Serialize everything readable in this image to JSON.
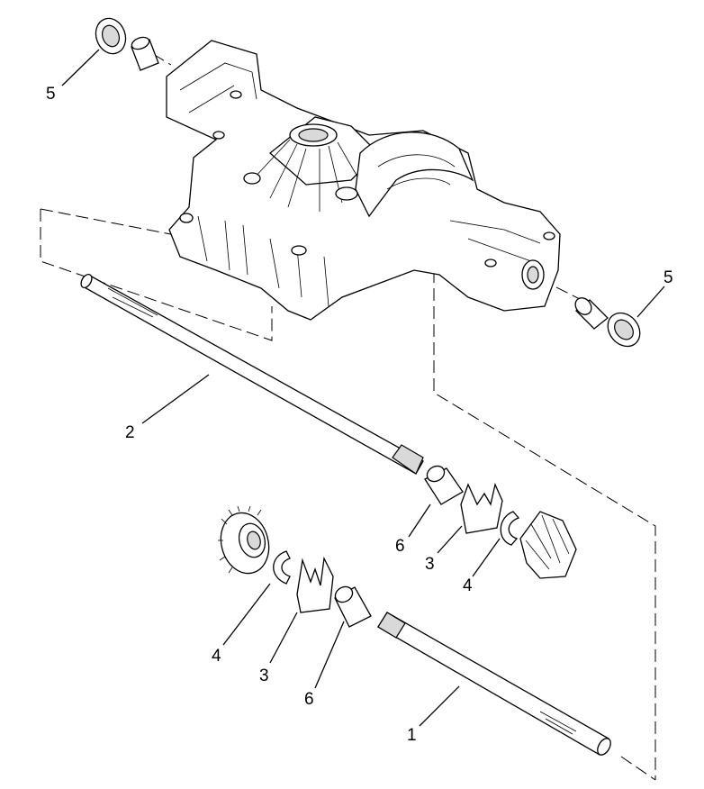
{
  "callouts": [
    {
      "id": "seal-top",
      "text": "5"
    },
    {
      "id": "seal-right",
      "text": "5"
    },
    {
      "id": "shaft-upper",
      "text": "2"
    },
    {
      "id": "bushing-upper",
      "text": "6"
    },
    {
      "id": "thrust-upper",
      "text": "3"
    },
    {
      "id": "ring-upper",
      "text": "4"
    },
    {
      "id": "ring-lower",
      "text": "4"
    },
    {
      "id": "thrust-lower",
      "text": "3"
    },
    {
      "id": "bushing-lower",
      "text": "6"
    },
    {
      "id": "shaft-lower",
      "text": "1"
    }
  ]
}
